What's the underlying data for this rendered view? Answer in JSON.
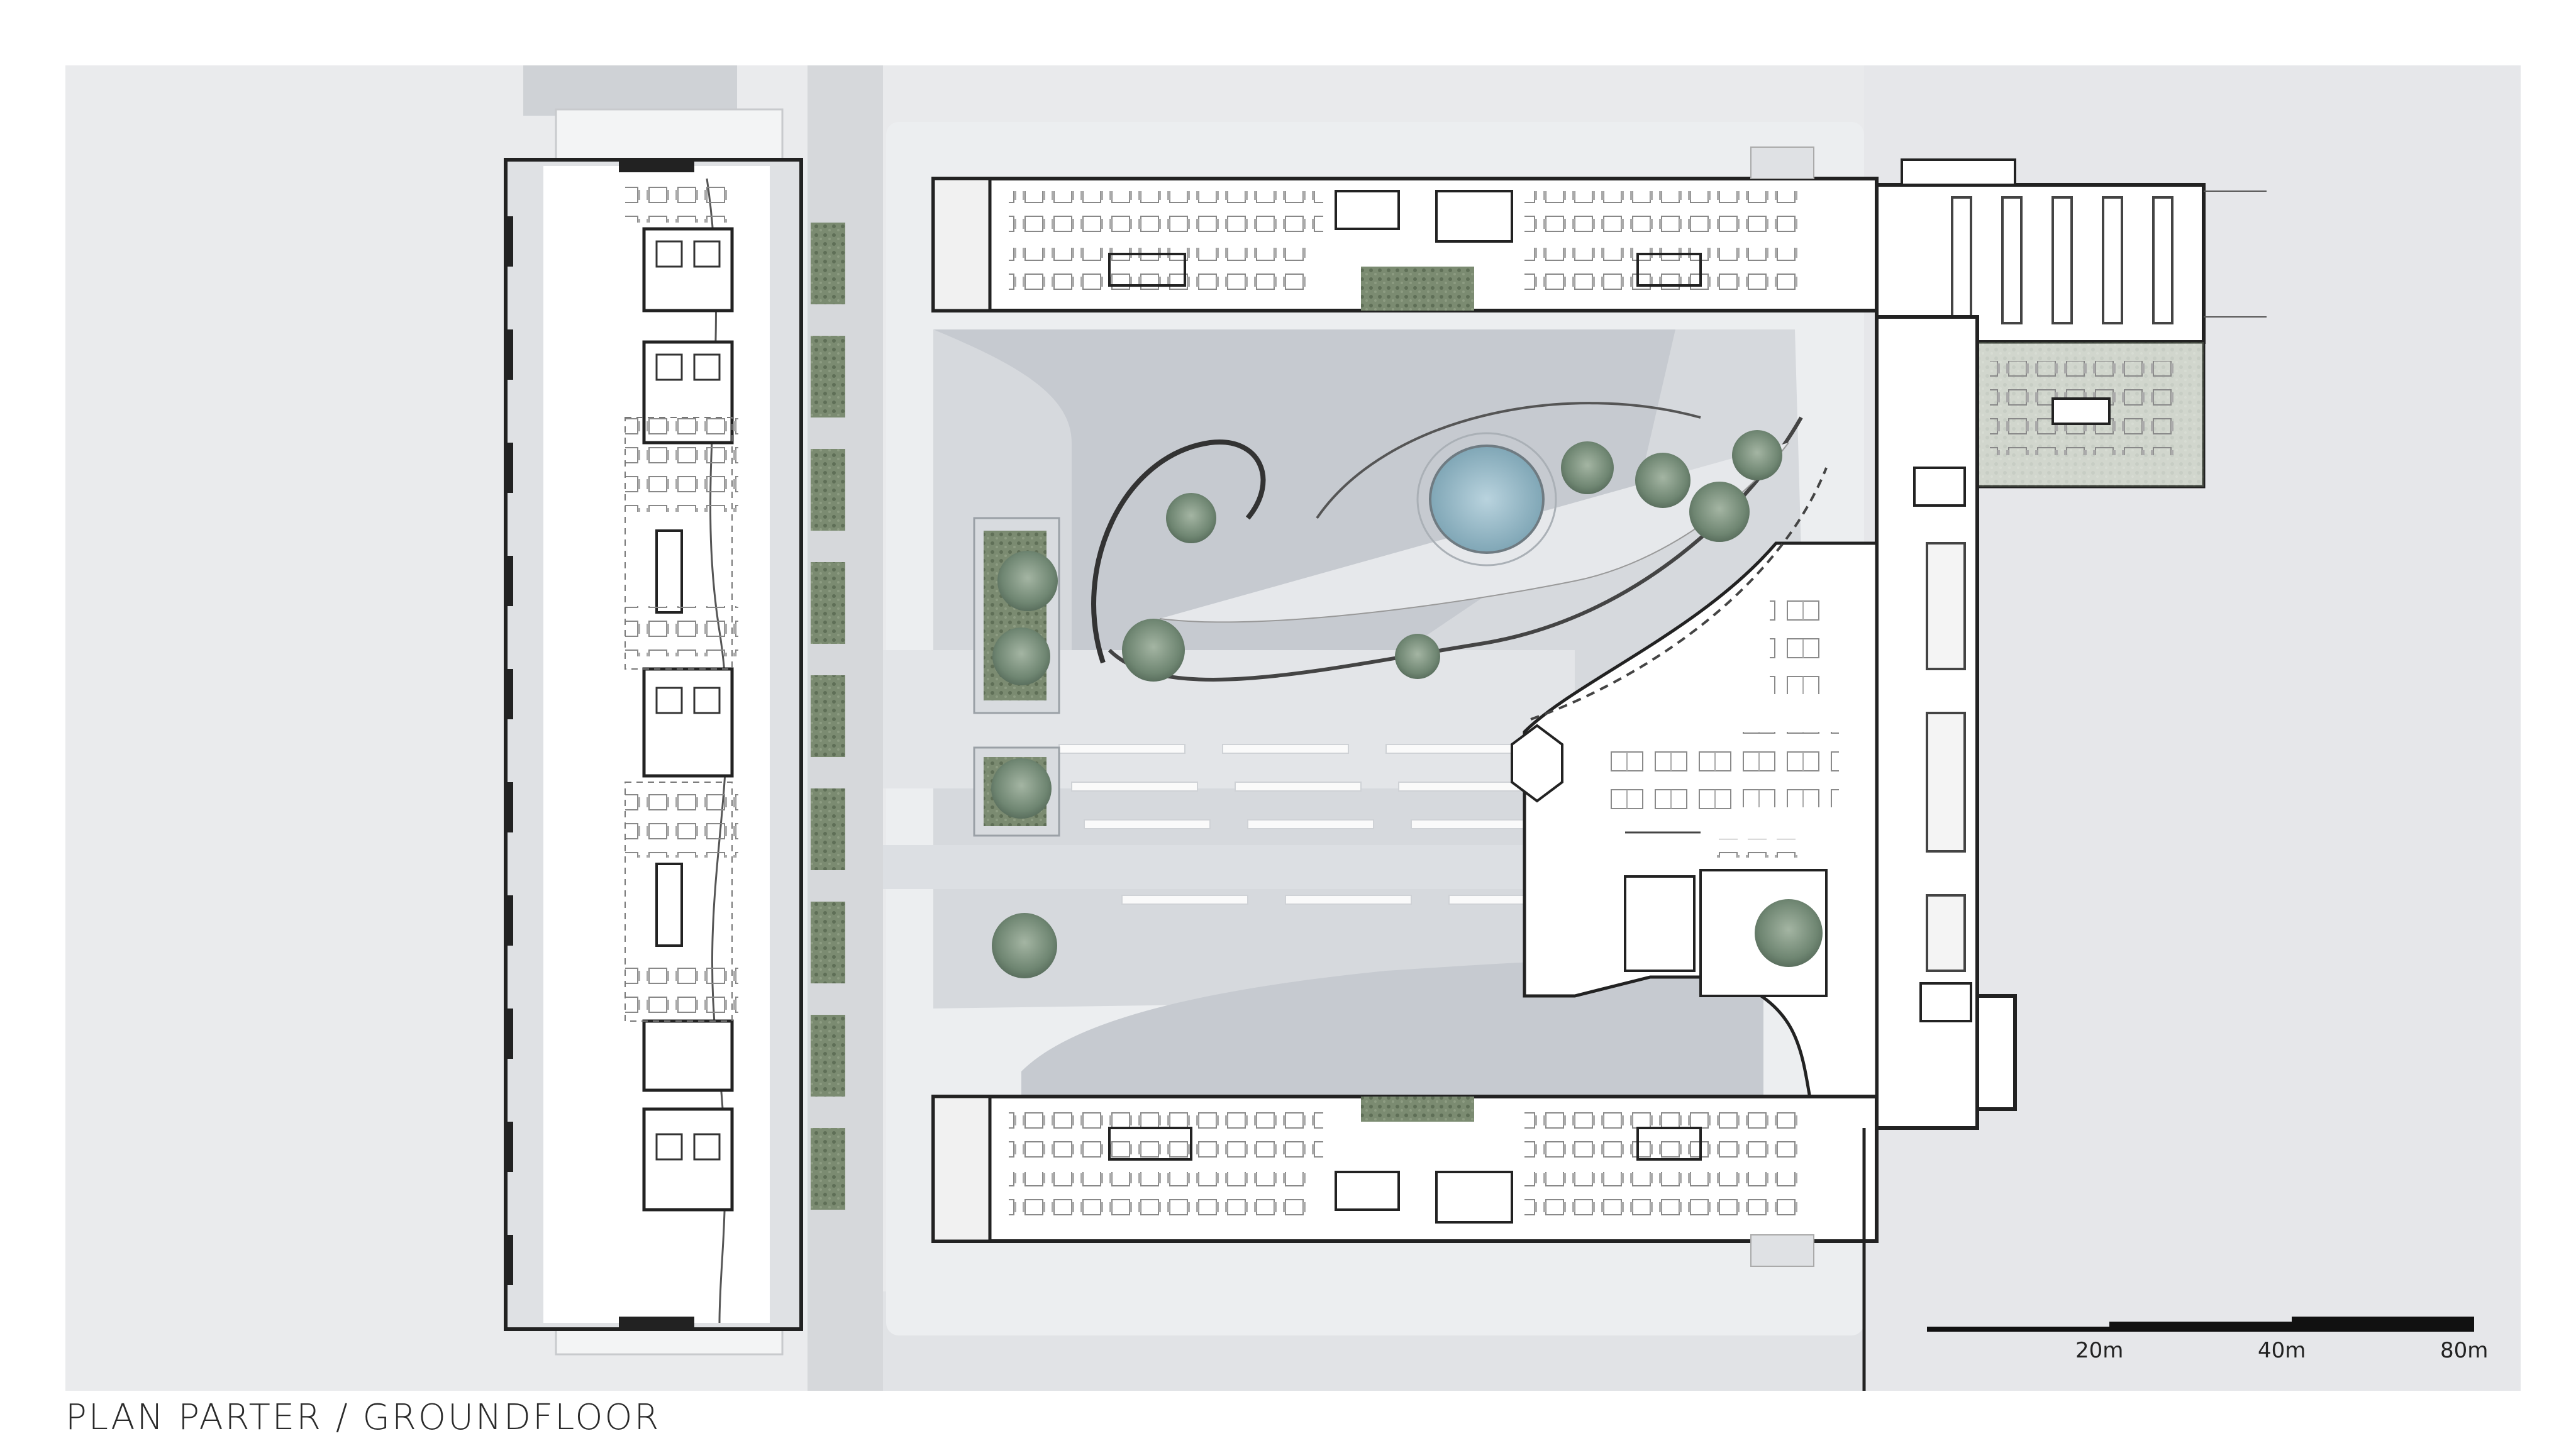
{
  "caption": "PLAN PARTER / GROUNDFLOOR",
  "scale_bar": {
    "labels": [
      "20m",
      "40m",
      "80m"
    ]
  },
  "colors": {
    "background": "#e9eaec",
    "paved": "#d3d6da",
    "courtyard": "#c4c8ce",
    "building": "#ffffff",
    "wall": "#1a1a1a",
    "planting": "#6d7f63",
    "tree": "#7f9582",
    "pool": "#8db3c2"
  }
}
